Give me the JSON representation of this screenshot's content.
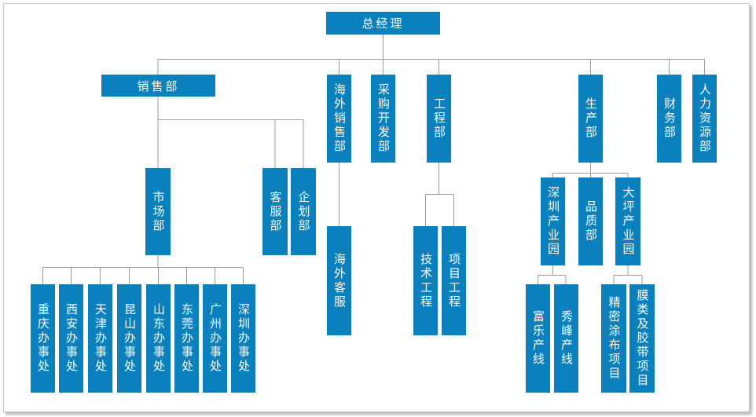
{
  "colors": {
    "box_fill": "#0a81bd",
    "box_text": "#ffffff",
    "connector": "#9a9a9a",
    "background": "#ffffff"
  },
  "nodes": {
    "ceo": "总经理",
    "sales": "销售部",
    "overseas_sales": "海外销售部",
    "procurement": "采购开发部",
    "engineering": "工程部",
    "production": "生产部",
    "finance": "财务部",
    "hr": "人力资源部",
    "marketing": "市场部",
    "customer_service": "客服部",
    "planning": "企划部",
    "overseas_cs": "海外客服",
    "tech_engineering": "技术工程",
    "project_engineering": "项目工程",
    "shenzhen_park": "深圳产业园",
    "quality": "品质部",
    "daping_park": "大坪产业园",
    "offices": [
      "重庆办事处",
      "西安办事处",
      "天津办事处",
      "昆山办事处",
      "山东办事处",
      "东莞办事处",
      "广州办事处",
      "深圳办事处"
    ],
    "fule_line": "富乐产线",
    "xiufeng_line": "秀峰产线",
    "precision_coating": "精密涂布项目",
    "membrane_tape": "膜类及胶带项目"
  }
}
